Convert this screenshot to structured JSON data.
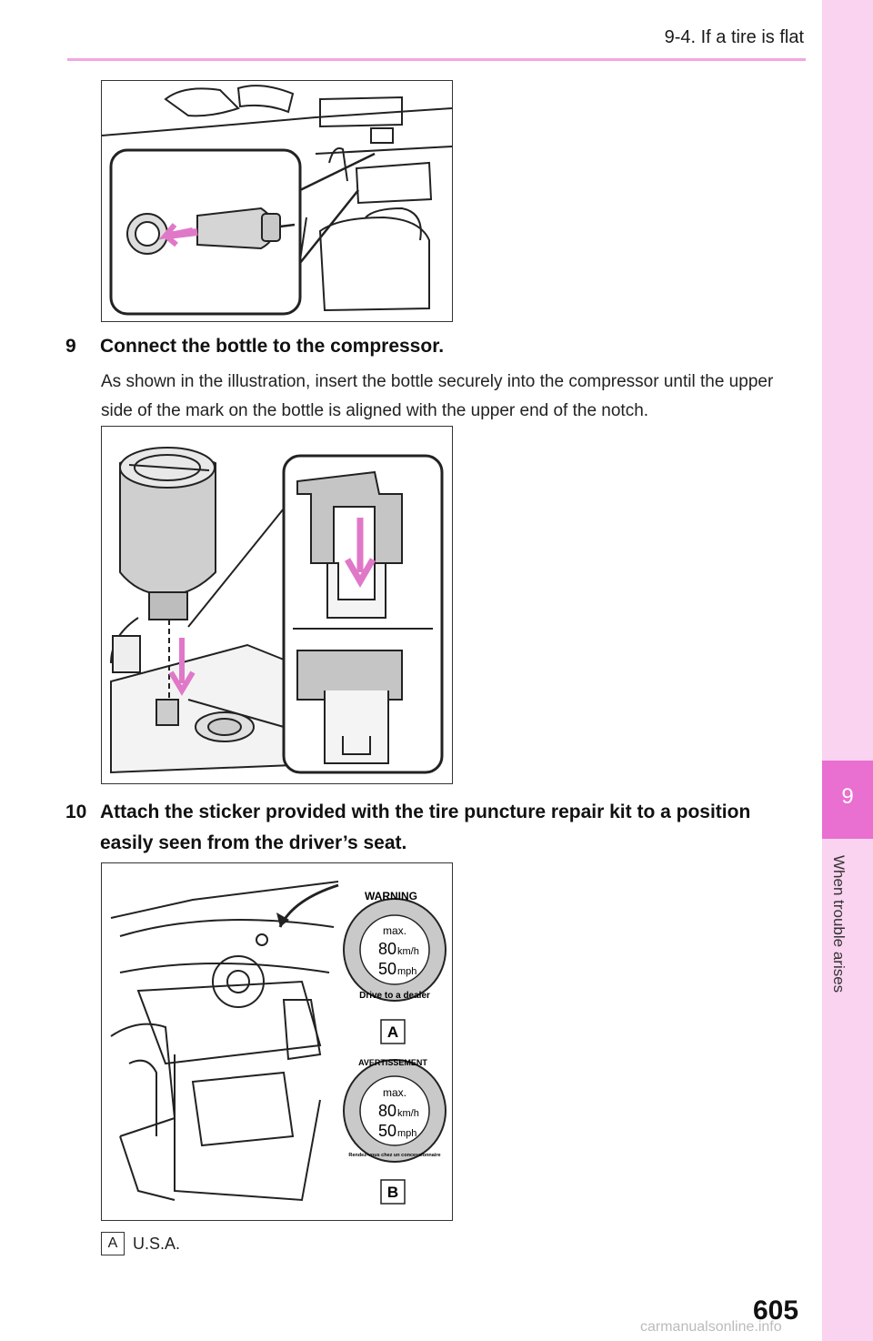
{
  "header": {
    "section_title": "9-4. If a tire is flat"
  },
  "side_tab": {
    "chapter_number": "9",
    "chapter_label": "When trouble arises"
  },
  "steps": [
    {
      "number": "9",
      "title": "Connect the bottle to the compressor.",
      "body": "As shown in the illustration, insert the bottle securely into the compressor until the upper side of the mark on the bottle is aligned with the upper end of the notch."
    },
    {
      "number": "10",
      "title": "Attach the sticker provided with the tire puncture repair kit to a position easily seen from the driver’s seat."
    }
  ],
  "sticker_a": {
    "label": "A",
    "warning": "WARNING",
    "max": "max.",
    "kmh_value": "80",
    "kmh_unit": "km/h",
    "mph_value": "50",
    "mph_unit": "mph",
    "bottom_text": "Drive to a dealer"
  },
  "sticker_b": {
    "label": "B",
    "warning": "AVERTISSEMENT",
    "max": "max.",
    "kmh_value": "80",
    "kmh_unit": "km/h",
    "mph_value": "50",
    "mph_unit": "mph",
    "bottom_text": "Rendez-vous chez un concessionnaire"
  },
  "caption": {
    "label": "A",
    "text": "U.S.A."
  },
  "page_number": "605",
  "watermark": "carmanualsonline.info"
}
